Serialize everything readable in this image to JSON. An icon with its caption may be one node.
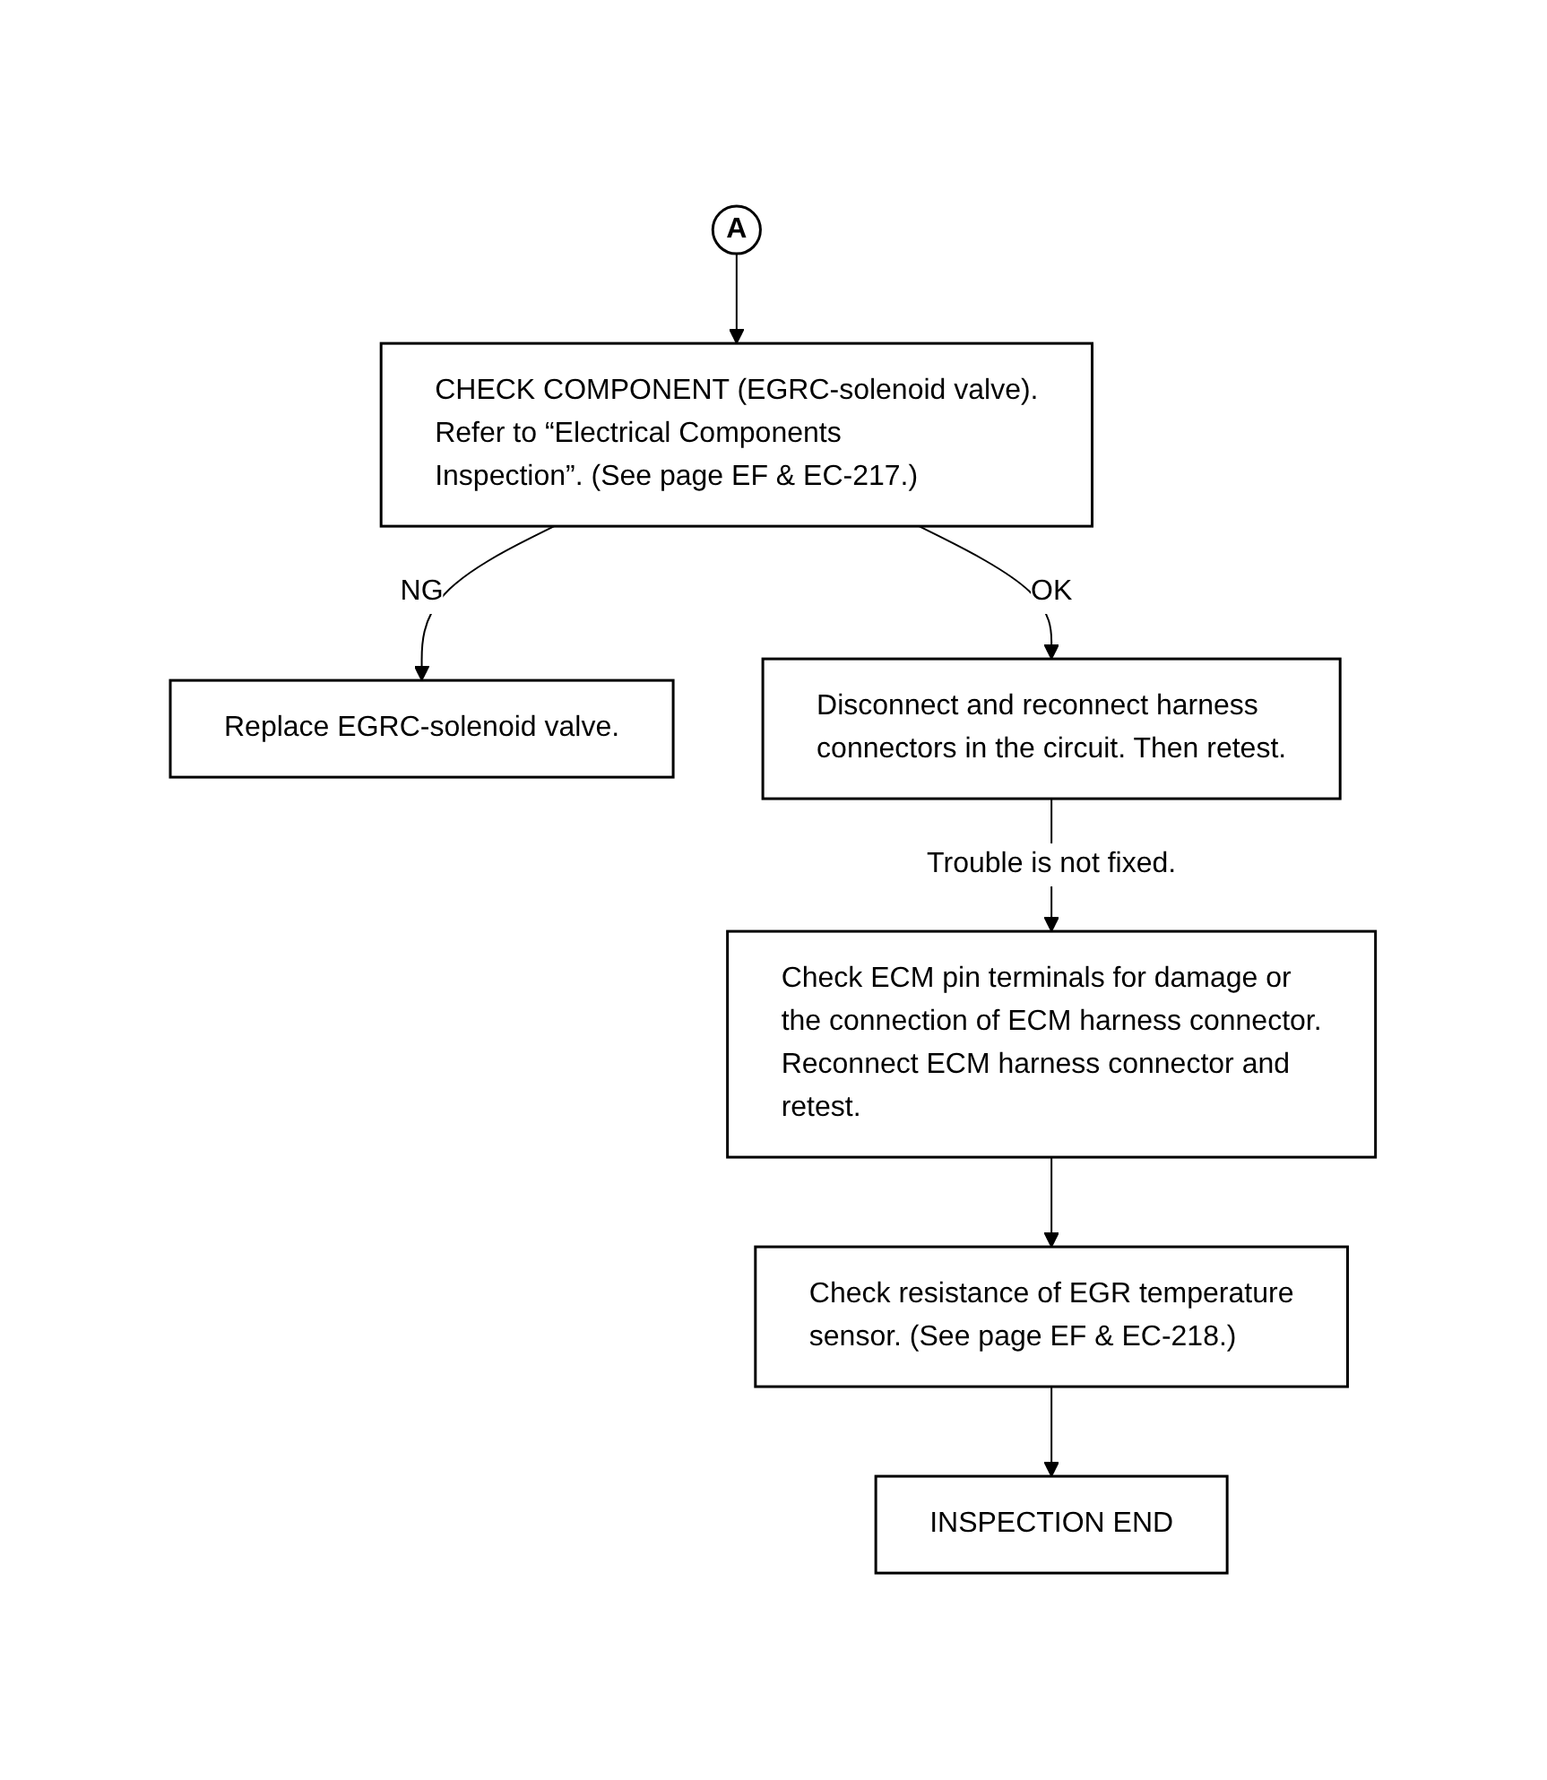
{
  "diagram": {
    "nodes": [
      {
        "text": [
          "A"
        ]
      },
      {
        "text": [
          "CHECK COMPONENT (EGRC-solenoid valve). Refer to “Electrical Components Inspection”. (See page EF & EC-217.)"
        ]
      },
      {
        "text": [
          "Replace EGRC-solenoid valve."
        ]
      },
      {
        "text": [
          "Disconnect and reconnect harness connectors in the circuit. Then retest."
        ]
      },
      {
        "text": [
          "Check ECM pin terminals for damage or the connection of ECM harness connector. Reconnect ECM harness connector and retest."
        ]
      },
      {
        "text": [
          "Check resistance of EGR temperature sensor. (See page EF & EC-218.)"
        ]
      },
      {
        "text": [
          "INSPECTION END"
        ]
      }
    ],
    "edges": [
      {
        "from": 0,
        "to": 1,
        "arrow": "to"
      },
      {
        "from": 1,
        "to": 2,
        "arrow": "to",
        "label": "NG"
      },
      {
        "from": 1,
        "to": 3,
        "arrow": "to",
        "label": "OK"
      },
      {
        "from": 3,
        "to": 4,
        "arrow": "to",
        "label": "Trouble is not fixed."
      },
      {
        "from": 4,
        "to": 5,
        "arrow": "to"
      },
      {
        "from": 5,
        "to": 6,
        "arrow": "to"
      }
    ]
  }
}
